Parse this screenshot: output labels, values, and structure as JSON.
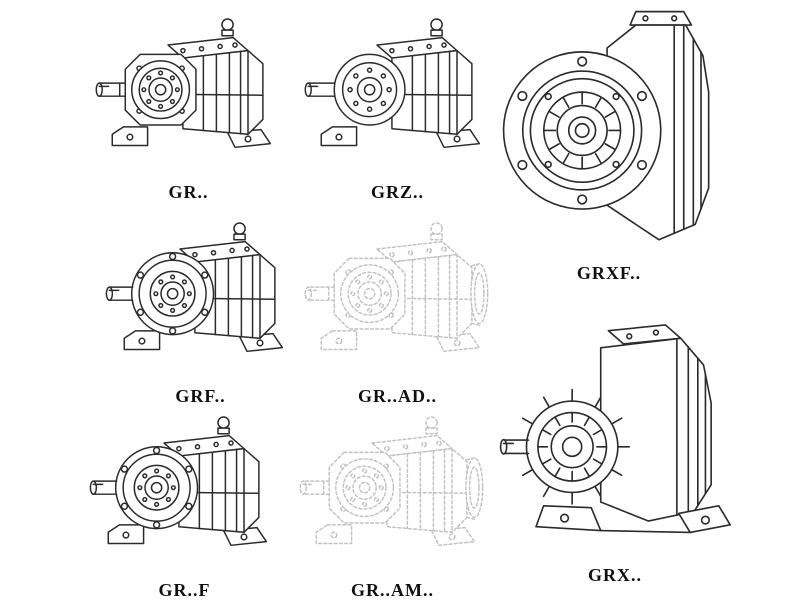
{
  "page": {
    "background": "#ffffff",
    "line_color": "#2b2b2b",
    "ghost_line_color": "#c2c2c2",
    "label_color": "#101010"
  },
  "figures": [
    {
      "label": "GR..",
      "drawing": "helical-gearbox-foot-mounted-octagon-front",
      "style": "solid"
    },
    {
      "label": "GRZ..",
      "drawing": "helical-gearbox-foot-mounted-round-boss",
      "style": "solid"
    },
    {
      "label": "GRXF..",
      "drawing": "helical-gearbox-flange-front-view",
      "style": "solid"
    },
    {
      "label": "GRF..",
      "drawing": "helical-gearbox-output-flange",
      "style": "solid"
    },
    {
      "label": "GR..AD..",
      "drawing": "helical-gearbox-input-adapter-ghost",
      "style": "ghost"
    },
    {
      "label": "GR..F",
      "drawing": "helical-gearbox-flange-foot",
      "style": "solid"
    },
    {
      "label": "GR..AM..",
      "drawing": "helical-gearbox-motor-adapter-ghost",
      "style": "ghost"
    },
    {
      "label": "GRX..",
      "drawing": "helical-gearbox-large-finned-foot-mounted",
      "style": "solid"
    }
  ]
}
